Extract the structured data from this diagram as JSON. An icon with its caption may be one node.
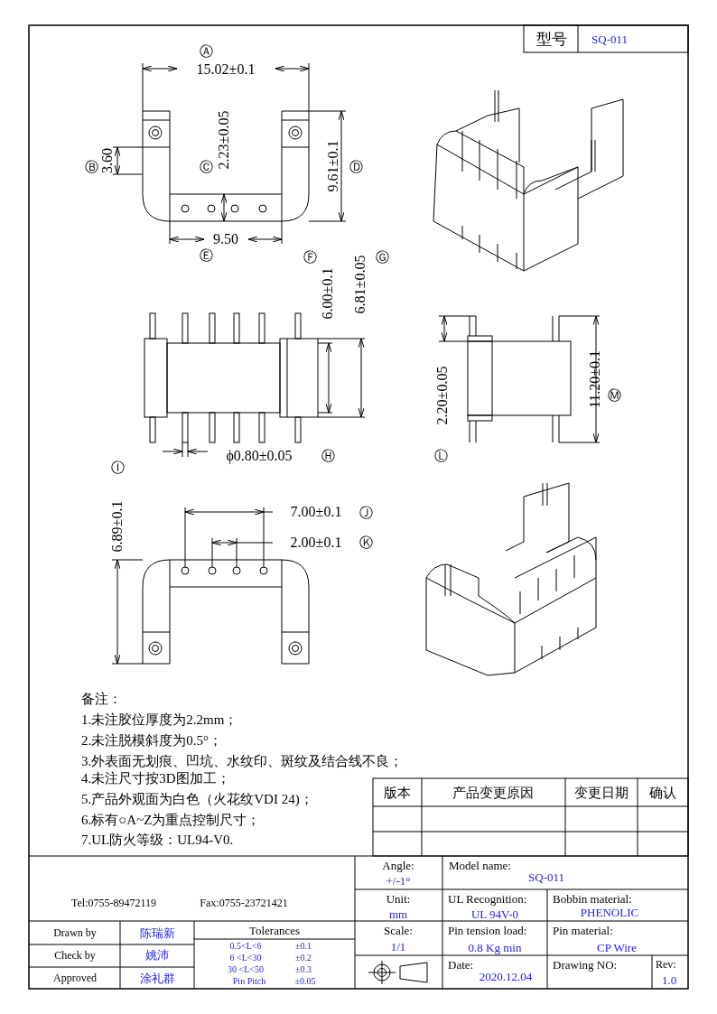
{
  "diagram": {
    "labels": [
      "型号",
      "SQ-011",
      "Ⓐ",
      "15.02±0.1",
      "2.23±0.05",
      "3.60",
      "Ⓑ",
      "Ⓒ",
      "9.61±0.1",
      "Ⓓ",
      "9.50",
      "Ⓔ",
      "Ⓕ",
      "6.00±0.1",
      "6.81±0.05",
      "Ⓖ",
      "2.20±0.05",
      "11.20±0.1",
      "Ⓜ",
      "ϕ0.80±0.05",
      "Ⓗ",
      "Ⓛ",
      "Ⓘ",
      "6.89±0.1",
      "7.00±0.1",
      "Ⓙ",
      "2.00±0.1",
      "Ⓚ",
      "备注：",
      "1.未注胶位厚度为2.2mm；",
      "2.未注脱模斜度为0.5°；",
      "3.外表面无划痕、凹坑、水纹印、斑纹及结合线不良；",
      "4.未注尺寸按3D图加工；",
      "5.产品外观面为白色（火花纹VDI 24)；",
      "6.标有○A~Z为重点控制尺寸；",
      "7.UL防火等级：UL94-V0.",
      "版本",
      "产品变更原因",
      "变更日期",
      "确认",
      "Tel:0755-89472119",
      "Fax:0755-23721421",
      "Angle:",
      "+/-1°",
      "Model name:",
      "SQ-011",
      "Unit:",
      "mm",
      "UL Recognition:",
      "UL 94V-0",
      "Bobbin material:",
      "PHENOLIC",
      "Drawn by",
      "陈瑞新",
      "Tolerances",
      "Scale:",
      "1/1",
      "Pin tension load:",
      "0.8 Kg min",
      "Pin material:",
      "CP Wire",
      "Check by",
      "姚沛",
      "0.5<L<6",
      "±0.1",
      "6 <L<30",
      "±0.2",
      "30 <L<50",
      "±0.3",
      "Pin Pitch",
      "±0.05",
      "Approved",
      "涂礼群",
      "Date:",
      "2020.12.04",
      "Drawing NO:",
      "Rev:",
      "1.0"
    ]
  }
}
